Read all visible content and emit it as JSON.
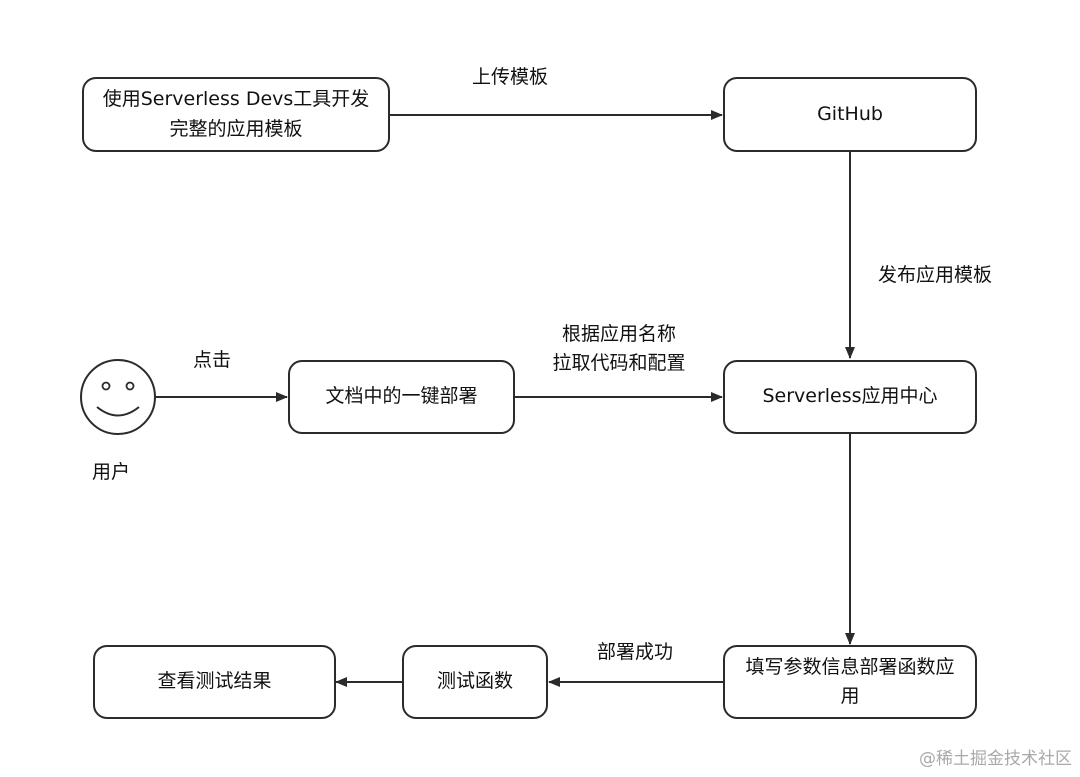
{
  "nodes": {
    "dev_template": "使用Serverless Devs工具开发完整的应用模板",
    "github": "GitHub",
    "doc_deploy": "文档中的一键部署",
    "app_center": "Serverless应用中心",
    "fill_params": "填写参数信息部署函数应用",
    "test_function": "测试函数",
    "view_results": "查看测试结果"
  },
  "actor": {
    "label": "用户"
  },
  "edges": {
    "upload_template": "上传模板",
    "publish_template": "发布应用模板",
    "click": "点击",
    "pull_code_line1": "根据应用名称",
    "pull_code_line2": "拉取代码和配置",
    "deploy_success": "部署成功"
  },
  "watermark": "@稀土掘金技术社区"
}
